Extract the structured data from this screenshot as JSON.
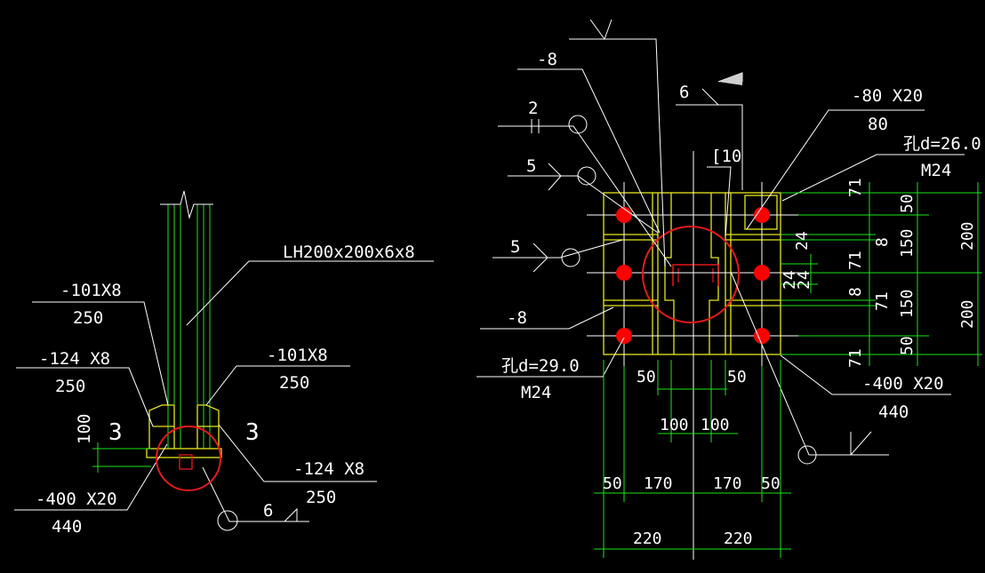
{
  "colors": {
    "background": "#000000",
    "leader": "#ffffff",
    "dimension": "#19e619",
    "steel_outline": "#e6e619",
    "highlight": "#e61919",
    "bolt": "#ff0000"
  },
  "left_detail": {
    "column_label": "LH200x200x6x8",
    "plate_top_left_label": "-101X8",
    "plate_top_left_len": "250",
    "stiffener_left_label": "-124 X8",
    "stiffener_left_len": "250",
    "plate_top_right_label": "-101X8",
    "plate_top_right_len": "250",
    "stiffener_right_label": "-124 X8",
    "stiffener_right_len": "250",
    "base_plate_label": "-400 X20",
    "base_plate_len": "440",
    "dim_height": "100",
    "section_mark_left": "3",
    "section_mark_right": "3",
    "weld_size": "6"
  },
  "right_detail": {
    "label_minus8_top": "-8",
    "weld_2": "2",
    "weld_5a": "5",
    "weld_5b": "5",
    "label_minus8_left": "-8",
    "weld_6": "6",
    "channel_label": "[10",
    "top_plate_label": "-80 X20",
    "top_plate_len": "80",
    "hole_top_label": "孔d=26.0",
    "hole_top_bolt": "M24",
    "hole_left_label": "孔d=29.0",
    "hole_left_bolt": "M24",
    "base_plate_label": "-400 X20",
    "base_plate_len": "440",
    "dims_right_inner": [
      "71",
      "8",
      "71",
      "8",
      "71",
      "71"
    ],
    "dims_right_mid": [
      "50",
      "150",
      "150",
      "50"
    ],
    "dims_right_outer": [
      "200",
      "200"
    ],
    "dims_right_small": [
      "24",
      "24",
      "24"
    ],
    "dims_bottom_row1": [
      "50",
      "50"
    ],
    "dims_bottom_row2": [
      "100",
      "100"
    ],
    "dims_bottom_row3": [
      "50",
      "170",
      "170",
      "50"
    ],
    "dims_bottom_row4": [
      "220",
      "220"
    ]
  }
}
